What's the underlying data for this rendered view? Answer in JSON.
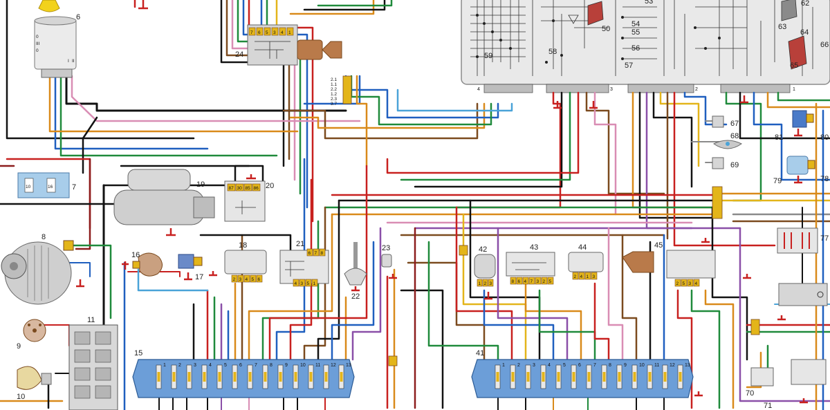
{
  "colors": {
    "red": "#c8201f",
    "darkred": "#8c1c1c",
    "black": "#121212",
    "brown": "#7b4a1e",
    "orange": "#d98a1a",
    "yellow": "#e3b51a",
    "green": "#1f8a3b",
    "darkgreen": "#1c6a32",
    "blue": "#1f5fbf",
    "lightblue": "#4aa3d8",
    "grey": "#8a8a8a",
    "pink": "#d98db4",
    "violet": "#8a4fa8",
    "white": "#dddddd",
    "fuseblock": "#6c9ed8",
    "panel": "#e9e9e9"
  },
  "components": {
    "c6": "6",
    "c24": "24",
    "c7": "7",
    "c8": "8",
    "c9": "9",
    "c10": "10",
    "c11": "11",
    "c15": "15",
    "c16": "16",
    "c17": "17",
    "c18": "18",
    "c19": "19",
    "c20": "20",
    "c21": "21",
    "c22": "22",
    "c23": "23",
    "c41": "41",
    "c42": "42",
    "c43": "43",
    "c44": "44",
    "c45": "45",
    "c50": "50",
    "c53": "53",
    "c54": "54",
    "c55": "55",
    "c56": "56",
    "c57": "57",
    "c58": "58",
    "c59": "59",
    "c62": "62",
    "c63": "63",
    "c64": "64",
    "c65": "65",
    "c66": "66",
    "c67": "67",
    "c68": "68",
    "c69": "69",
    "c70": "70",
    "c71": "71",
    "c77": "77",
    "c78": "78",
    "c79": "79",
    "c80": "80",
    "c81": "81"
  },
  "panel_connectors": [
    "4",
    "3",
    "2",
    "1"
  ],
  "connector_stack_labels": [
    "2.1",
    "1.1",
    "2.2",
    "1.2",
    "2.3",
    "3.7"
  ],
  "fuse_numbers_left": [
    "1",
    "2",
    "3",
    "4",
    "5",
    "6",
    "7",
    "8",
    "9",
    "10",
    "11",
    "12",
    "13"
  ],
  "fuse_numbers_right": [
    "1",
    "2",
    "3",
    "4",
    "5",
    "6",
    "7",
    "8",
    "9",
    "10",
    "11",
    "12",
    "13"
  ],
  "relay20_pins": [
    "87",
    "30",
    "85",
    "86"
  ],
  "relay24_pins": [
    "7",
    "6",
    "5",
    "3",
    "4",
    "1"
  ],
  "c18_pins": [
    "2",
    "3",
    "4",
    "5",
    "6"
  ],
  "c21_pins_top": [
    "6",
    "7",
    "8"
  ],
  "c21_pins_bottom": [
    "4",
    "3",
    "5",
    "1"
  ],
  "c42_pins": [
    "1",
    "2",
    "3"
  ],
  "c43_pins": [
    "8",
    "6",
    "4",
    "7",
    "3",
    "2",
    "5"
  ],
  "c44_pins": [
    "2",
    "4",
    "1",
    "3"
  ],
  "c45_pins": [
    "2",
    "5",
    "3",
    "4"
  ],
  "fuse7_labels": [
    "10",
    "16"
  ],
  "c6_switch_labels": [
    "0",
    "III",
    "0",
    "I",
    "II"
  ]
}
